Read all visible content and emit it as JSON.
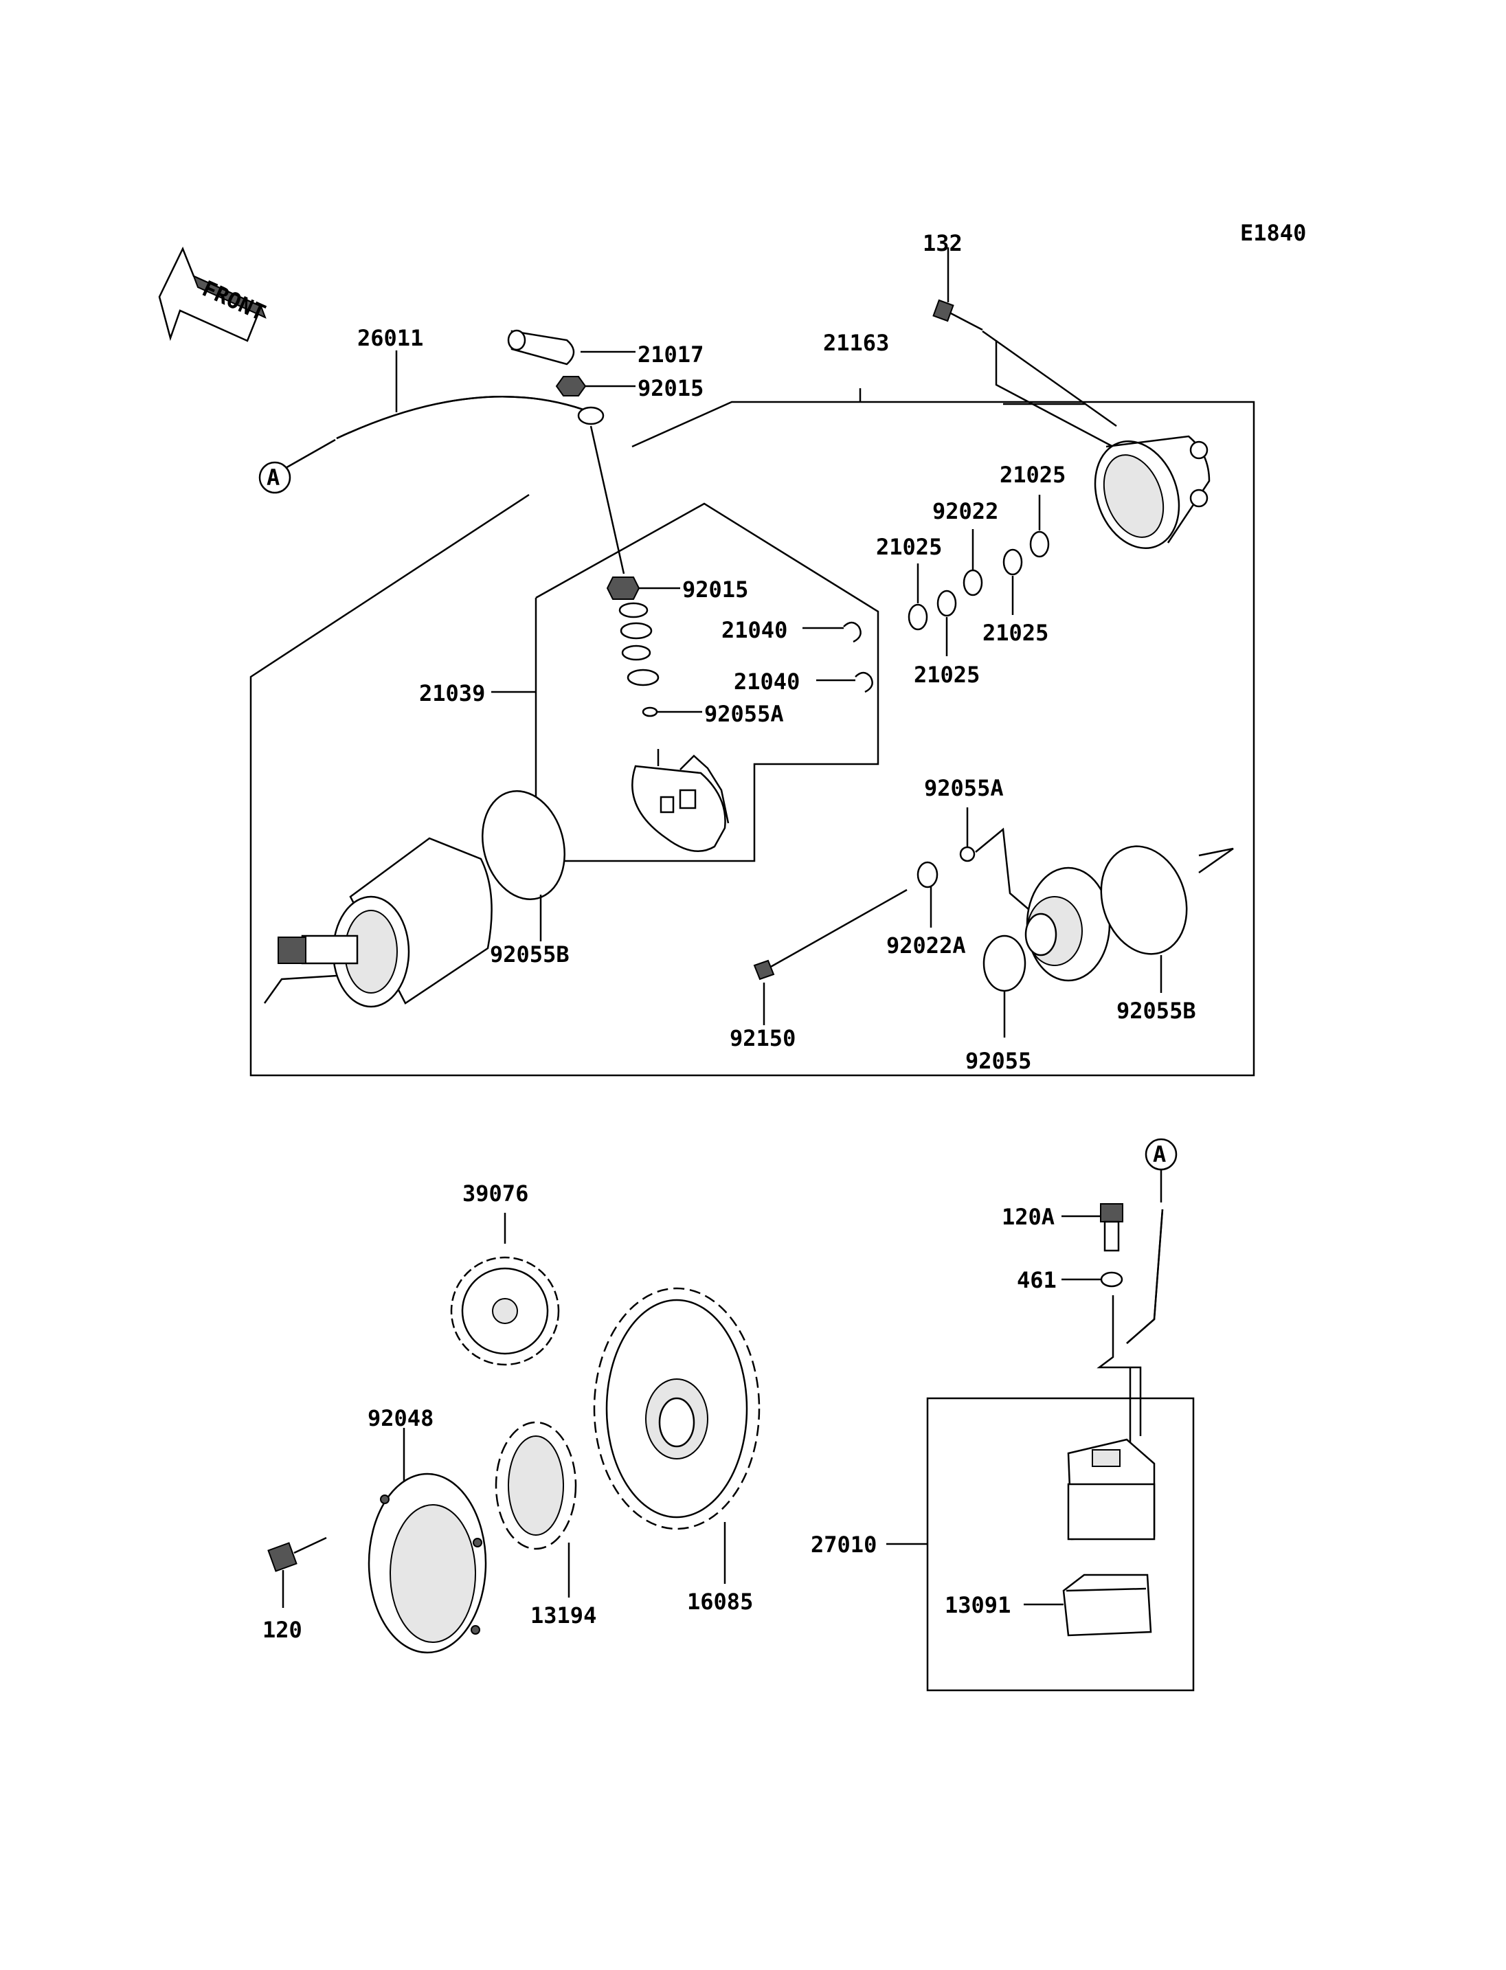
{
  "diagram_code": "E1840",
  "front_label": "FRONT",
  "connector_ref": "A",
  "parts": {
    "p132": "132",
    "p26011": "26011",
    "p21017": "21017",
    "p92015_top": "92015",
    "p21163": "21163",
    "p21025_a": "21025",
    "p92022": "92022",
    "p21025_b": "21025",
    "p21025_c": "21025",
    "p21025_d": "21025",
    "p92015_mid": "92015",
    "p21040_a": "21040",
    "p21040_b": "21040",
    "p21039": "21039",
    "p92055A_left": "92055A",
    "p92055A_right": "92055A",
    "p92055B_left": "92055B",
    "p92022A": "92022A",
    "p92150": "92150",
    "p92055": "92055",
    "p92055B_right": "92055B",
    "p39076": "39076",
    "p120A": "120A",
    "p461": "461",
    "p92048": "92048",
    "p27010": "27010",
    "p120": "120",
    "p13194": "13194",
    "p16085": "16085",
    "p13091": "13091"
  }
}
